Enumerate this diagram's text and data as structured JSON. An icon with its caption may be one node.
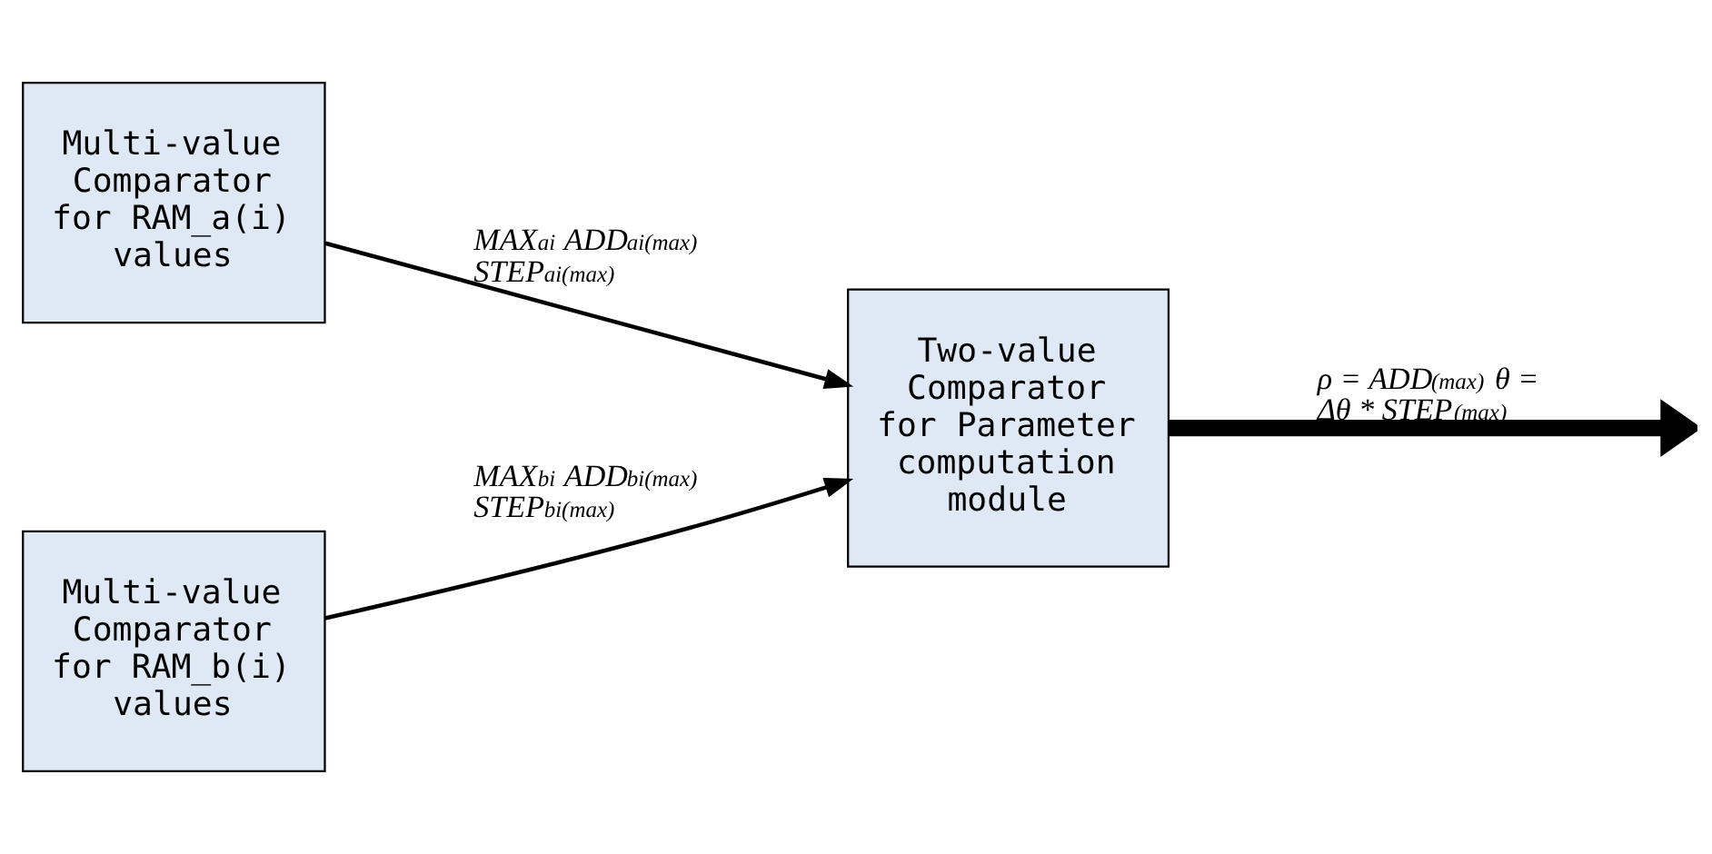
{
  "diagram": {
    "nodes": [
      {
        "text": [
          "Multi-value Comparator for RAM_a(i) values"
        ]
      },
      {
        "text": [
          "Multi-value Comparator for RAM_b(i) values"
        ]
      },
      {
        "text": [
          "Two-value Comparator for Parameter computation module"
        ]
      }
    ],
    "edges": [
      {
        "from": 0,
        "to": 2,
        "arrow": "to",
        "label": "MAX$_{ai}$ ADD$_{ai(max)}$ STEP$_{ai(max)}$"
      },
      {
        "from": 1,
        "to": 2,
        "arrow": "to",
        "label": "MAX$_{bi}$ ADD$_{bi(max)}$ STEP$_{bi(max)}$"
      },
      {
        "from": 2,
        "to": null,
        "arrow": "to",
        "style": "thick",
        "label": "ρ = ADD$_{(max)}$ θ = Δθ * STEP$_{(max)}$"
      }
    ]
  }
}
